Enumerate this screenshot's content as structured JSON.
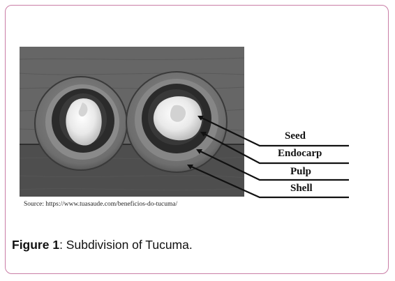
{
  "figure": {
    "labels": [
      "Seed",
      "Endocarp",
      "Pulp",
      "Shell"
    ],
    "source": "Source:  https://www.tuasaude.com/beneficios-do-tucuma/",
    "caption_label": "Figure 1",
    "caption_text": ": Subdivision of Tucuma."
  },
  "colors": {
    "frame_border": "#c97da6",
    "background": "#ffffff"
  }
}
